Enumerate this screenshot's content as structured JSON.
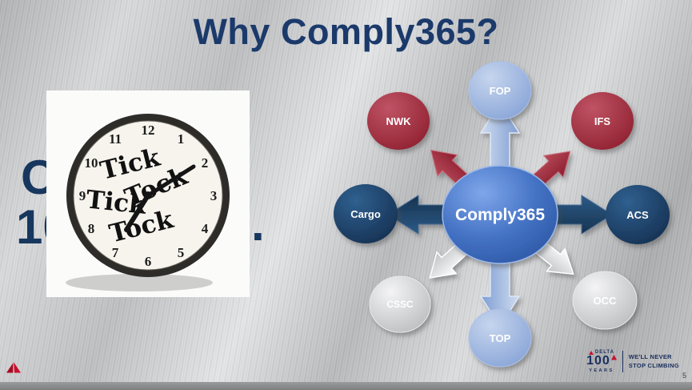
{
  "slide": {
    "title": "Why Comply365?",
    "page_number": "5"
  },
  "left_text": {
    "line1": "O",
    "line2": "10",
    "sentence_end": "."
  },
  "clock": {
    "numbers": [
      "12",
      "1",
      "2",
      "3",
      "4",
      "5",
      "6",
      "7",
      "8",
      "9",
      "10",
      "11"
    ],
    "words": [
      "Tick",
      "Tock",
      "Tick",
      "Tock"
    ]
  },
  "diagram": {
    "center": "Comply365",
    "nodes": [
      {
        "label": "FOP",
        "color": "#8faadc"
      },
      {
        "label": "IFS",
        "color": "#9e2a3a"
      },
      {
        "label": "ACS",
        "color": "#17375e"
      },
      {
        "label": "OCC",
        "color": "#d0d2d4"
      },
      {
        "label": "TOP",
        "color": "#8faadc"
      },
      {
        "label": "CSSC",
        "color": "#d0d2d4"
      },
      {
        "label": "Cargo",
        "color": "#17375e"
      },
      {
        "label": "NWK",
        "color": "#9e2a3a"
      }
    ],
    "colors": {
      "center_blue": "#4472c4",
      "light_blue": "#8faadc",
      "crimson": "#9e2a3a",
      "navy": "#17375e",
      "silver": "#d9d9d9"
    }
  },
  "footer": {
    "delta": "DELTA",
    "years_number": "100",
    "years_label": "YEARS",
    "tagline_line1": "WE'LL NEVER",
    "tagline_line2": "STOP CLIMBING"
  }
}
